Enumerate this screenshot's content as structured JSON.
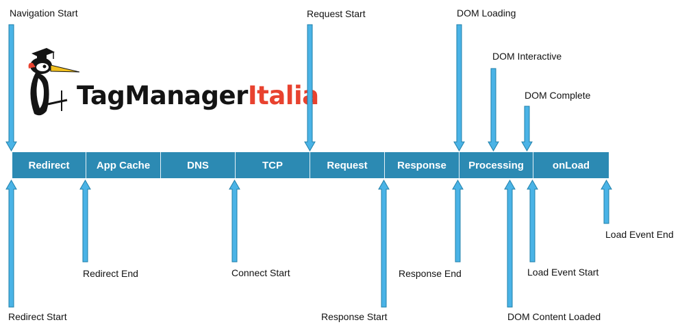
{
  "logo": {
    "part1": "TagManager",
    "part2": "Italia"
  },
  "segments": [
    "Redirect",
    "App Cache",
    "DNS",
    "TCP",
    "Request",
    "Response",
    "Processing",
    "onLoad"
  ],
  "top_markers": [
    "Navigation Start",
    "Request Start",
    "DOM Loading",
    "DOM Interactive",
    "DOM Complete"
  ],
  "bottom_markers": [
    "Redirect Start",
    "Redirect End",
    "Connect Start",
    "Response Start",
    "Response End",
    "DOM Content Loaded",
    "Load Event Start",
    "Load Event End"
  ],
  "colors": {
    "bar": "#2c8ab3",
    "arrow_fill": "#4ab3e6",
    "arrow_stroke": "#1f7fa8",
    "logo_dark": "#141414",
    "logo_red": "#e8422f"
  }
}
